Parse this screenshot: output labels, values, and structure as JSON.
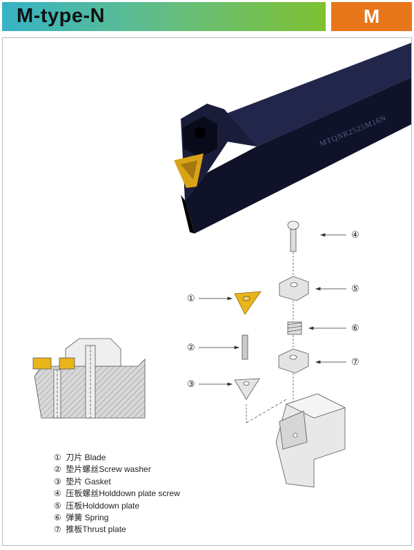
{
  "header": {
    "title": "M-type-N",
    "badge": "M"
  },
  "tool": {
    "engraving": "MTQNR2525M16N"
  },
  "callouts": [
    "①",
    "②",
    "③",
    "④",
    "⑤",
    "⑥",
    "⑦"
  ],
  "legend": [
    {
      "num": "①",
      "label": "刀片 Blade"
    },
    {
      "num": "②",
      "label": "垫片螺丝Screw washer"
    },
    {
      "num": "③",
      "label": "垫片 Gasket"
    },
    {
      "num": "④",
      "label": "压板螺丝Holddown plate screw"
    },
    {
      "num": "⑤",
      "label": "压板Holddown plate"
    },
    {
      "num": "⑥",
      "label": "弹簧 Spring"
    },
    {
      "num": "⑦",
      "label": "推板Thrust plate"
    }
  ],
  "colors": {
    "gradient_start": "#35b3c5",
    "gradient_end": "#7fc131",
    "badge": "#e8761a",
    "insert": "#e8b51a",
    "tool_body": "#14162e"
  }
}
